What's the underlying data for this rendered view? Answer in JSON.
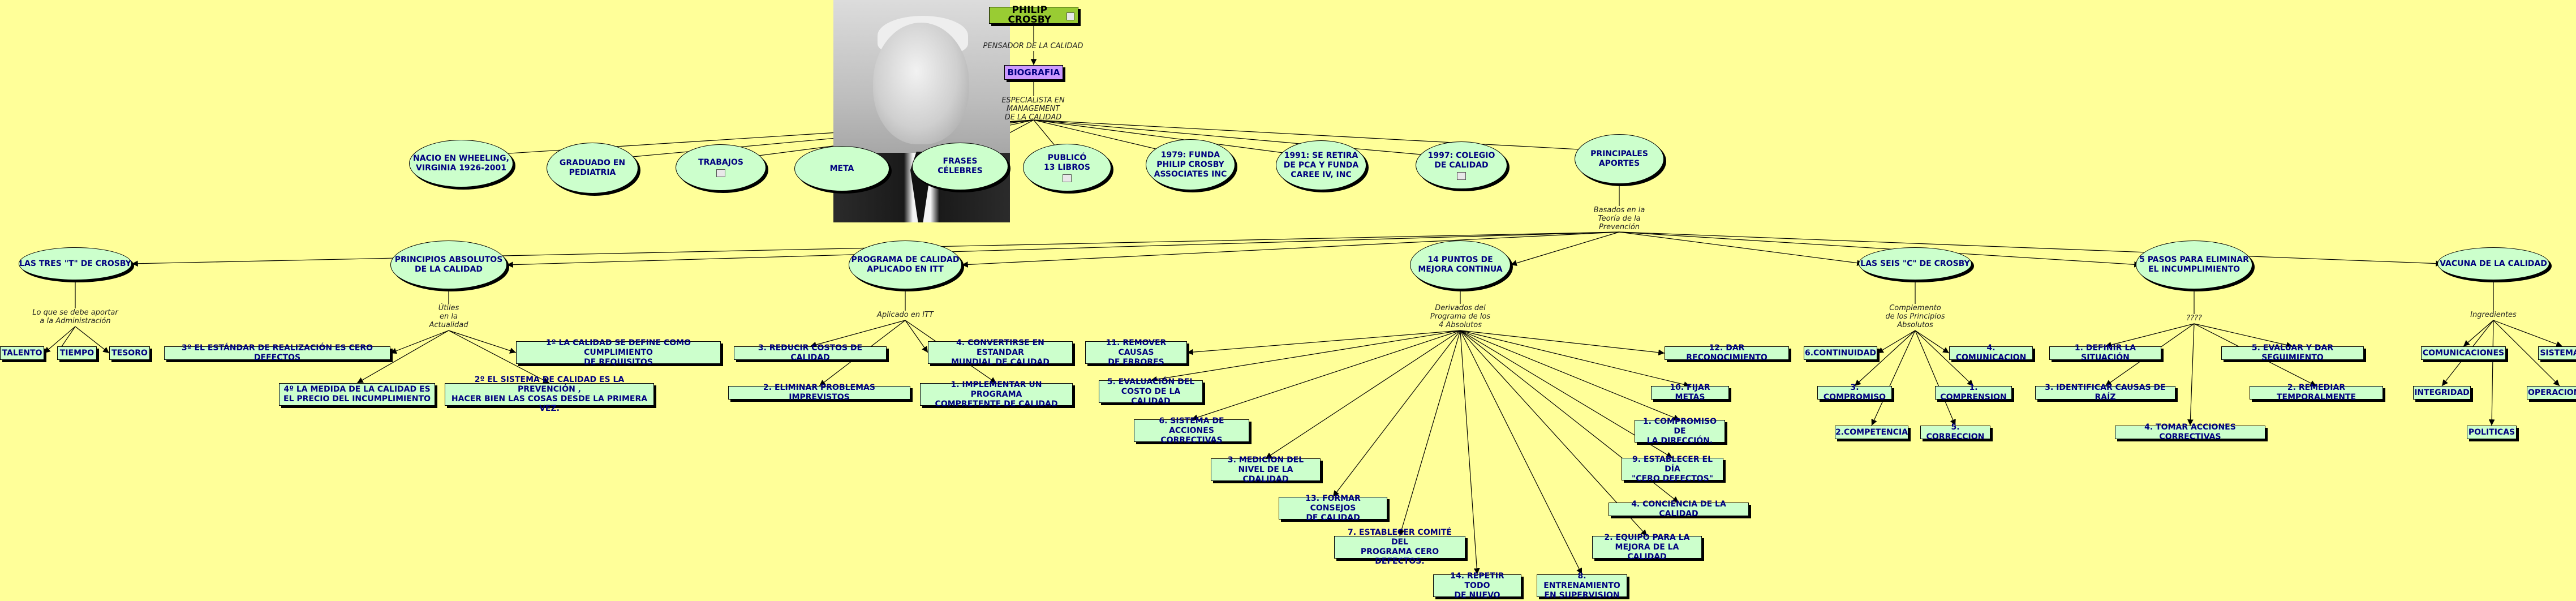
{
  "root": {
    "title": "PHILIP CROSBY"
  },
  "root_link": "PENSADOR DE LA CALIDAD",
  "bio": {
    "title": "BIOGRAFIA"
  },
  "bio_link": "ESPECIALISTA EN\nMANAGEMENT\nDE LA CALIDAD",
  "bio_children": [
    {
      "id": "nacio",
      "label": "NACIO EN WHEELING,\nVIRGINIA 1926-2001"
    },
    {
      "id": "graduado",
      "label": "GRADUADO EN\nPEDIATRIA"
    },
    {
      "id": "trabajos",
      "label": "TRABAJOS"
    },
    {
      "id": "meta",
      "label": "META"
    },
    {
      "id": "frases",
      "label": "FRASES\nCÉLEBRES"
    },
    {
      "id": "publico",
      "label": "PUBLICÓ\n13 LIBROS"
    },
    {
      "id": "funda",
      "label": "1979: FUNDA\nPHILIP CROSBY\nASSOCIATES INC"
    },
    {
      "id": "retira",
      "label": "1991: SE RETIRA\nDE PCA Y FUNDA\nCAREE IV, INC"
    },
    {
      "id": "colegio",
      "label": "1997: COLEGIO\nDE CALIDAD"
    },
    {
      "id": "aportes",
      "label": "PRINCIPALES\nAPORTES"
    }
  ],
  "aportes_link": "Basados en la\nTeoría de la\nPrevención",
  "aportes_children": [
    {
      "id": "tres_t",
      "label": "LAS TRES \"T\" DE CROSBY"
    },
    {
      "id": "absolutos",
      "label": "PRINCIPIOS ABSOLUTOS\nDE LA CALIDAD"
    },
    {
      "id": "itt",
      "label": "PROGRAMA DE CALIDAD\nAPLICADO EN ITT"
    },
    {
      "id": "puntos14",
      "label": "14 PUNTOS DE\nMEJORA CONTINUA"
    },
    {
      "id": "seis_c",
      "label": "LAS SEIS \"C\" DE CROSBY"
    },
    {
      "id": "pasos5",
      "label": "5 PASOS PARA ELIMINAR\nEL INCUMPLIMIENTO"
    },
    {
      "id": "vacuna",
      "label": "VACUNA DE LA CALIDAD"
    }
  ],
  "sublinks": {
    "tres_t": "Lo que se debe aportar\na la Administración",
    "absolutos": "Útiles\nen la\nActualidad",
    "itt": "Aplicado en ITT",
    "puntos14": "Derivados del\nPrograma de los\n4 Absolutos",
    "seis_c": "Complemento\nde los Principios\nAbsolutos",
    "pasos5": "????",
    "vacuna": "Ingredientes"
  },
  "leaves": {
    "tres_t": [
      "TALENTO",
      "TIEMPO",
      "TESORO"
    ],
    "absolutos": [
      "1º LA CALIDAD SE DEFINE COMO CUMPLIMIENTO\nDE REQUISITOS",
      "2º EL SISTEMA DE CALIDAD ES LA PREVENCIÓN ,\nHACER BIEN LAS COSAS DESDE LA PRIMERA VEZ.",
      "3º EL ESTÁNDAR DE REALIZACIÓN ES CERO DEFECTOS",
      "4º LA MEDIDA DE LA CALIDAD ES\nEL PRECIO DEL INCUMPLIMIENTO"
    ],
    "itt": [
      "1. IMPLEMENTAR UN PROGRAMA\nCOMPRETENTE DE CALIDAD",
      "2. ELIMINAR PROBLEMAS IMPREVISTOS",
      "3. REDUCIR COSTOS DE CALIDAD",
      "4. CONVERTIRSE EN ESTANDAR\nMUNDIAL DE CALIDAD"
    ],
    "puntos14": [
      "1. COMPROMISO DE\nLA DIRECCIÓN.",
      "2. EQUIPO PARA LA\nMEJORA DE LA CALIDAD",
      "3. MEDICION DEL\nNIVEL DE LA CDALIDAD",
      "4. CONCIENCIA DE LA CALIDAD",
      "5. EVALUACIÓN DEL\nCOSTO DE LA CALIDAD",
      "6. SISTEMA DE\nACCIONES CORRECTIVAS",
      "7. ESTABLECER COMITÉ DEL\nPROGRAMA CERO DEFECTOS.",
      "8. ENTRENAMIENTO\nEN SUPERVISION",
      "9. ESTABLECER EL DÍA\n\"CERO DEFECTOS\"",
      "10. FIJAR METAS",
      "11. REMOVER CAUSAS\nDE ERRORES",
      "12. DAR RECONOCIMIENTO",
      "13. FORMAR CONSEJOS\nDE CALIDAD",
      "14. REPETIR TODO\nDE NUEVO"
    ],
    "seis_c": [
      "1. COMPRENSION",
      "2.COMPETENCIA",
      "3. COMPROMISO",
      "4. COMUNICACION",
      "5. CORRECCION",
      "6.CONTINUIDAD"
    ],
    "pasos5": [
      "1. DEFINIR LA SITUACIÓN",
      "2. REMEDIAR TEMPORALMENTE",
      "3. IDENTIFICAR CAUSAS DE RAÍZ",
      "4. TOMAR ACCIONES CORRECTIVAS",
      "5. EVALUAR Y DAR SEGUIMIENTO"
    ],
    "vacuna": [
      "COMUNICACIONES",
      "INTEGRIDAD",
      "POLITICAS",
      "OPERACIONES",
      "SISTEMAS"
    ]
  },
  "colors": {
    "background": "#ffff99",
    "node_fill": "#ccffcc",
    "node_text": "#000080",
    "root_fill": "#99cc33",
    "bio_fill": "#cc99ff"
  }
}
